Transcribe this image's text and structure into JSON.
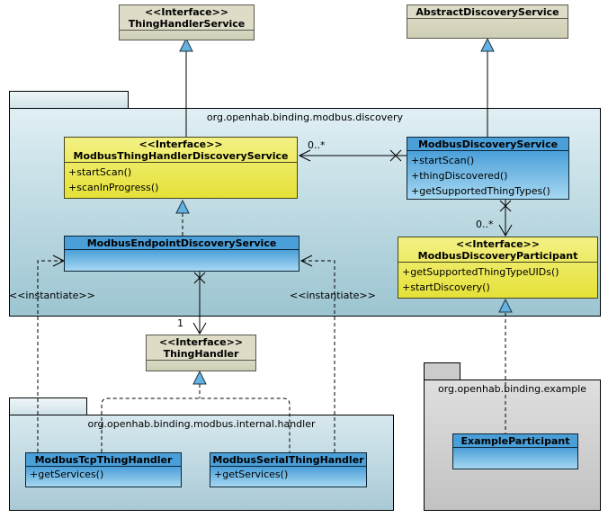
{
  "packages": {
    "discovery": {
      "title": "org.openhab.binding.modbus.discovery"
    },
    "handler": {
      "title": "org.openhab.binding.modbus.internal.handler"
    },
    "example": {
      "title": "org.openhab.binding.example"
    }
  },
  "classes": {
    "thing_handler_service": {
      "stereotype": "<<Interface>>",
      "name": "ThingHandlerService"
    },
    "abstract_discovery_service": {
      "name": "AbstractDiscoveryService"
    },
    "modbus_thing_handler_discovery_service": {
      "stereotype": "<<Interface>>",
      "name": "ModbusThingHandlerDiscoveryService",
      "methods": [
        "+startScan()",
        "+scanInProgress()"
      ]
    },
    "modbus_discovery_service": {
      "name": "ModbusDiscoveryService",
      "methods": [
        "+startScan()",
        "+thingDiscovered()",
        "+getSupportedThingTypes()"
      ]
    },
    "modbus_endpoint_discovery_service": {
      "name": "ModbusEndpointDiscoveryService"
    },
    "modbus_discovery_participant": {
      "stereotype": "<<Interface>>",
      "name": "ModbusDiscoveryParticipant",
      "methods": [
        "+getSupportedThingTypeUIDs()",
        "+startDiscovery()"
      ]
    },
    "thing_handler": {
      "stereotype": "<<Interface>>",
      "name": "ThingHandler"
    },
    "modbus_tcp_thing_handler": {
      "name": "ModbusTcpThingHandler",
      "methods": [
        "+getServices()"
      ]
    },
    "modbus_serial_thing_handler": {
      "name": "ModbusSerialThingHandler",
      "methods": [
        "+getServices()"
      ]
    },
    "example_participant": {
      "name": "ExampleParticipant"
    }
  },
  "connectors": {
    "assoc_discoveryservice_to_thinghandlerdiscoveryservice": {
      "multiplicity": "0..*"
    },
    "assoc_discoveryservice_to_participant": {
      "multiplicity": "0..*"
    },
    "assoc_endpoint_to_thinghandler": {
      "multiplicity": "1"
    },
    "instantiate_left": {
      "label": "<<instantiate>>"
    },
    "instantiate_right": {
      "label": "<<instantiate>>"
    }
  },
  "colors": {
    "class_blue": "#4a9fd9",
    "interface_yellow": "#ece63f",
    "external_tan": "#dedcc7",
    "package_teal": "#b7d5de",
    "package_gray": "#d0d0d0",
    "triangle_blue": "#63b2e3"
  }
}
